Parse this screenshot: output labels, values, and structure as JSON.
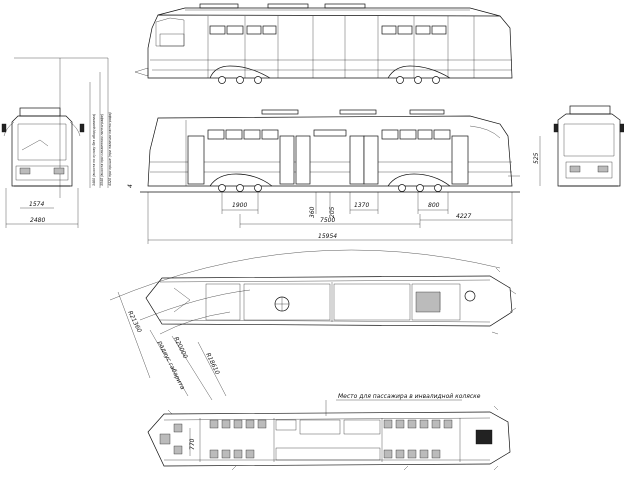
{
  "dimensions": {
    "width_right": "1574",
    "width_left": "2480",
    "bogie_1": "1900",
    "axle": "360",
    "tread": "205",
    "door_span": "1370",
    "bogie_2": "800",
    "wheelbase": "7500",
    "overhang": "4227",
    "length": "15954",
    "front_height": "525",
    "radius_outer": "R21360",
    "radius_platform": "R20000",
    "radius_inner": "R18610",
    "aisle": "770"
  },
  "labels": {
    "radius_note": "радиус габарита",
    "wheelchair_note": "Место для пассажира в инвалидной коляске",
    "height_note_1": "4320 при крыше (при наличии пантографа)",
    "height_note_2": "3540 (высота при сложенном пантографе)",
    "height_note_3": "3480 (высота по кузову без оборудования)"
  }
}
